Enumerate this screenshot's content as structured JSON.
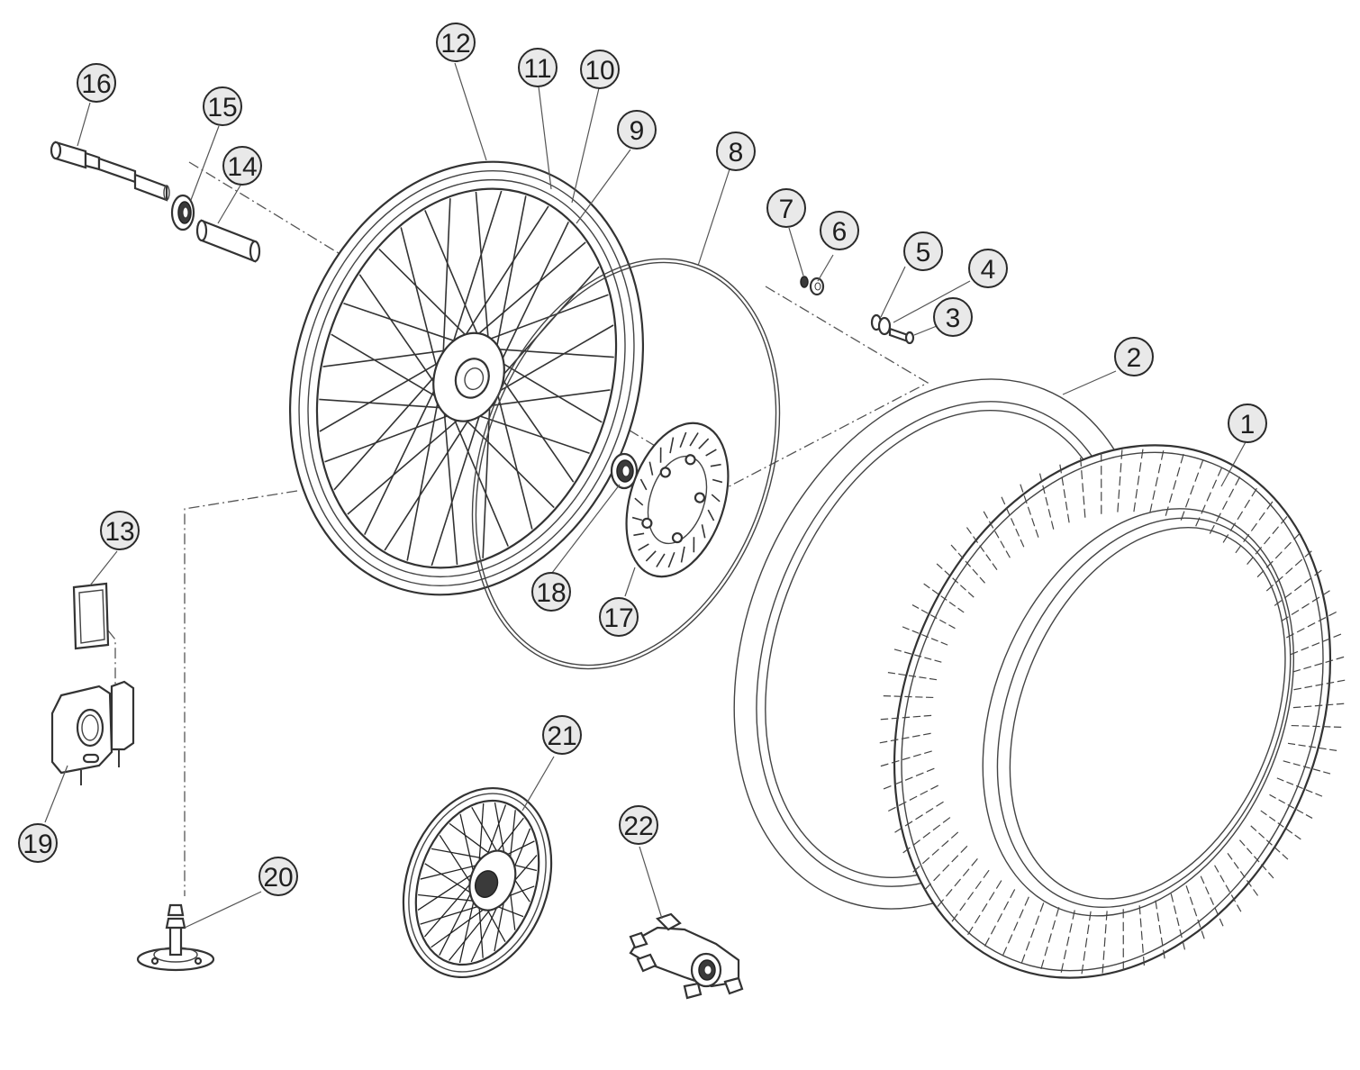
{
  "callouts": [
    {
      "id": "1",
      "label": "1"
    },
    {
      "id": "2",
      "label": "2"
    },
    {
      "id": "3",
      "label": "3"
    },
    {
      "id": "4",
      "label": "4"
    },
    {
      "id": "5",
      "label": "5"
    },
    {
      "id": "6",
      "label": "6"
    },
    {
      "id": "7",
      "label": "7"
    },
    {
      "id": "8",
      "label": "8"
    },
    {
      "id": "9",
      "label": "9"
    },
    {
      "id": "10",
      "label": "10"
    },
    {
      "id": "11",
      "label": "11"
    },
    {
      "id": "12",
      "label": "12"
    },
    {
      "id": "13",
      "label": "13"
    },
    {
      "id": "14",
      "label": "14"
    },
    {
      "id": "15",
      "label": "15"
    },
    {
      "id": "16",
      "label": "16"
    },
    {
      "id": "17",
      "label": "17"
    },
    {
      "id": "18",
      "label": "18"
    },
    {
      "id": "19",
      "label": "19"
    },
    {
      "id": "20",
      "label": "20"
    },
    {
      "id": "21",
      "label": "21"
    },
    {
      "id": "22",
      "label": "22"
    }
  ],
  "colors": {
    "callout_fill": "#e9e9e9",
    "line": "#333333",
    "background": "#ffffff"
  }
}
